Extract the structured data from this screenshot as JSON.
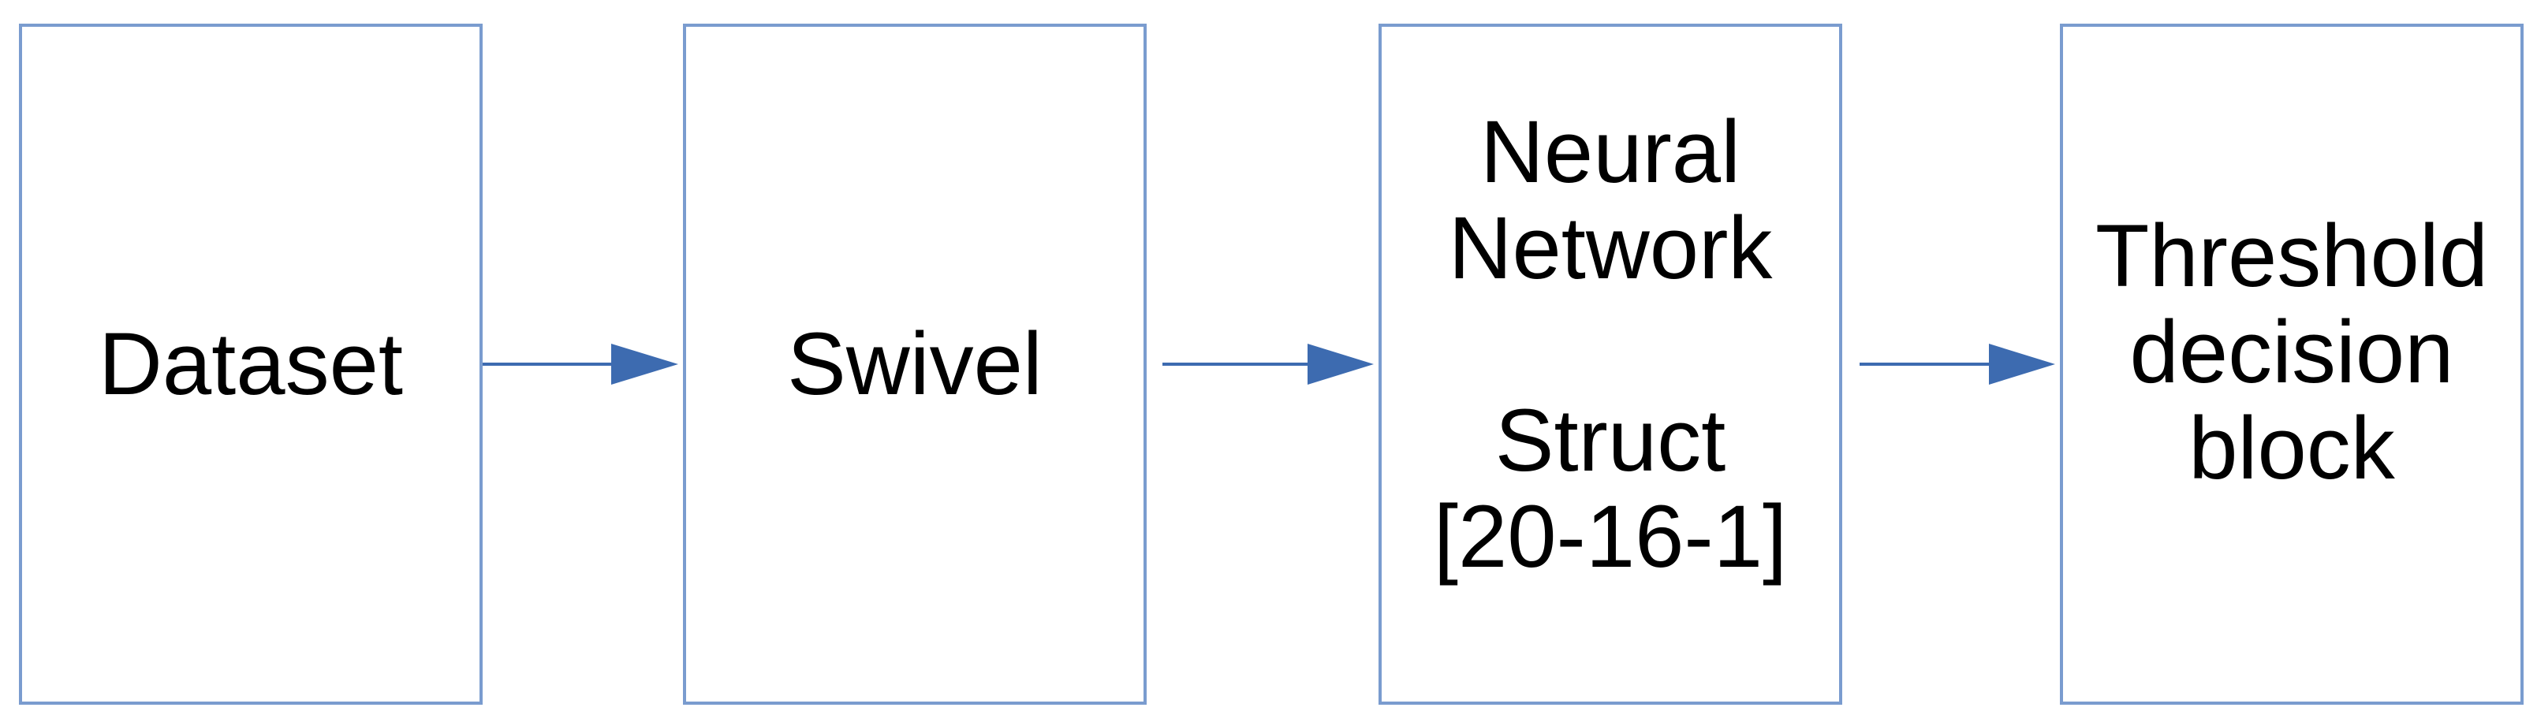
{
  "diagram": {
    "boxes": [
      {
        "id": "dataset",
        "lines": [
          "Dataset"
        ]
      },
      {
        "id": "swivel",
        "lines": [
          "Swivel"
        ]
      },
      {
        "id": "neural",
        "lines": [
          "Neural",
          "Network",
          "",
          "Struct",
          "[20-16-1]"
        ]
      },
      {
        "id": "threshold",
        "lines": [
          "Threshold",
          "decision",
          "block"
        ]
      }
    ],
    "arrows": [
      {
        "from": "dataset",
        "to": "swivel"
      },
      {
        "from": "swivel",
        "to": "neural"
      },
      {
        "from": "neural",
        "to": "threshold"
      }
    ],
    "colors": {
      "box_border": "#7a9ccf",
      "arrow": "#3d6bb0",
      "text": "#000000",
      "background": "#ffffff"
    }
  }
}
